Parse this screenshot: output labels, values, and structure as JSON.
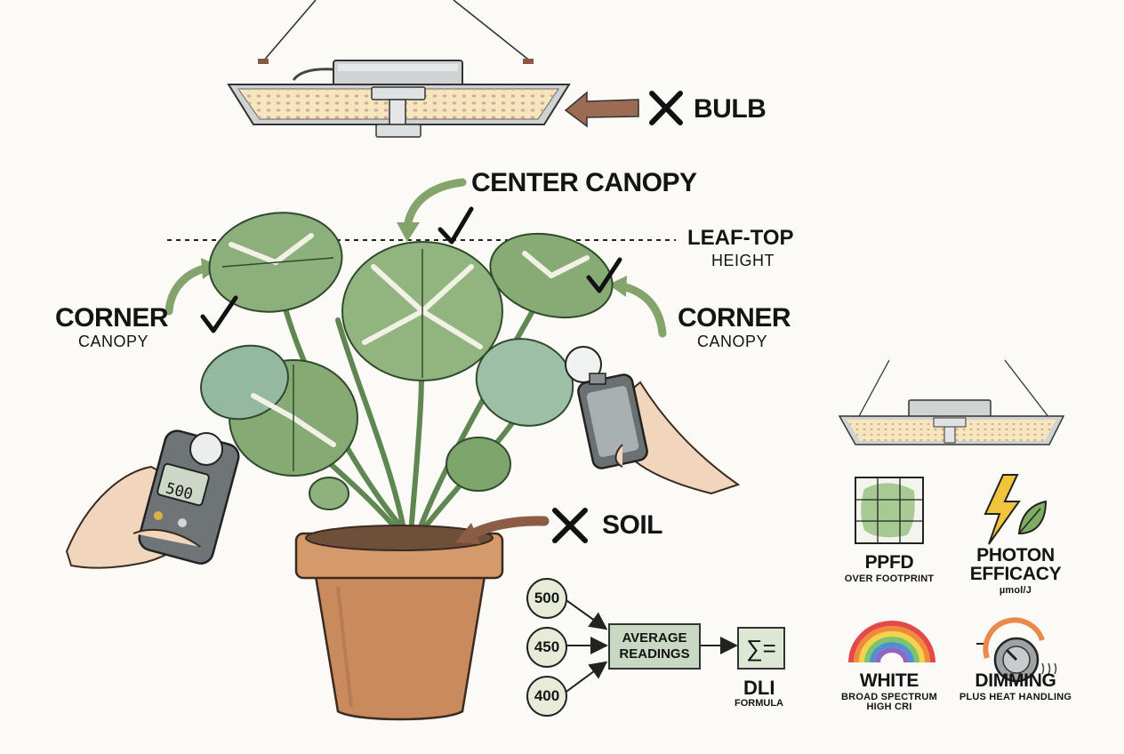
{
  "labels": {
    "bulb": "BULB",
    "center_canopy": "CENTER CANOPY",
    "leaf_top": "LEAF-TOP",
    "height": "HEIGHT",
    "corner_left": "CORNER",
    "canopy_left": "CANOPY",
    "corner_right": "CORNER",
    "canopy_right": "CANOPY",
    "soil": "SOIL"
  },
  "meter_reading": "500",
  "readings": [
    "500",
    "450",
    "400"
  ],
  "average_box": [
    "AVERAGE",
    "READINGS"
  ],
  "sum_symbol": "∑=",
  "dli": {
    "title": "DLI",
    "sub": "FORMULA"
  },
  "features": [
    {
      "title": [
        "PPFD"
      ],
      "sub": [
        "OVER FOOTPRINT"
      ]
    },
    {
      "title": [
        "PHOTON",
        "EFFICACY"
      ],
      "sub": [
        "µmol/J"
      ]
    },
    {
      "title": [
        "WHITE"
      ],
      "sub": [
        "BROAD SPECTRUM",
        "HIGH CRI"
      ]
    },
    {
      "title": [
        "DIMMING"
      ],
      "sub": [
        "PLUS HEAT HANDLING"
      ]
    }
  ],
  "colors": {
    "leaf": "#7fa56e",
    "leaf_dark": "#4f7a4a",
    "pot": "#c98a5e",
    "arrow_brown": "#8d5c45",
    "arrow_green": "#86a76e",
    "panel": "#d9dcdc",
    "led": "#f4e3b4"
  }
}
